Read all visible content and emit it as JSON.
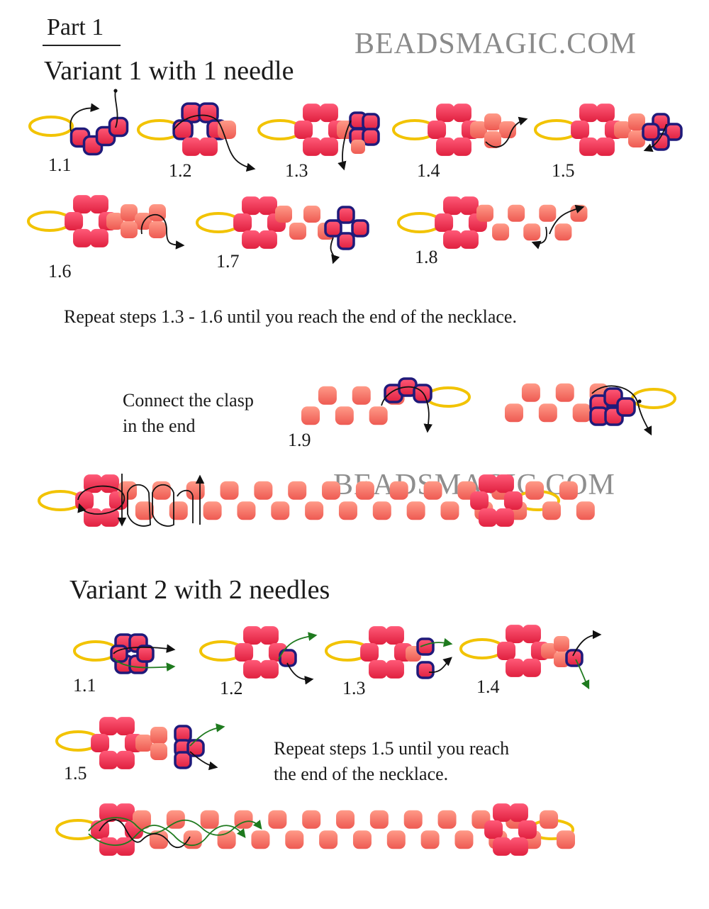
{
  "header": {
    "part_title": "Part 1",
    "watermark": "BEADSMAGIC.COM"
  },
  "variant1": {
    "title": "Variant 1 with 1 needle",
    "steps": [
      "1.1",
      "1.2",
      "1.3",
      "1.4",
      "1.5",
      "1.6",
      "1.7",
      "1.8"
    ],
    "repeat_note": "Repeat steps 1.3 - 1.6 until you reach the end of the necklace.",
    "clasp_note_line1": "Connect the clasp",
    "clasp_note_line2": "in the end",
    "clasp_step": "1.9"
  },
  "variant2": {
    "title": "Variant 2 with 2 needles",
    "steps": [
      "1.1",
      "1.2",
      "1.3",
      "1.4",
      "1.5"
    ],
    "repeat_note_line1": "Repeat steps 1.5 until you reach",
    "repeat_note_line2": "the end of the necklace."
  },
  "colors": {
    "clasp_ring": "#f2c300",
    "bead_red": "#ee2f52",
    "bead_salmon": "#f47468",
    "highlight_outline": "#1f1a7a",
    "thread": "#111111",
    "thread_second": "#1e7a1e"
  }
}
